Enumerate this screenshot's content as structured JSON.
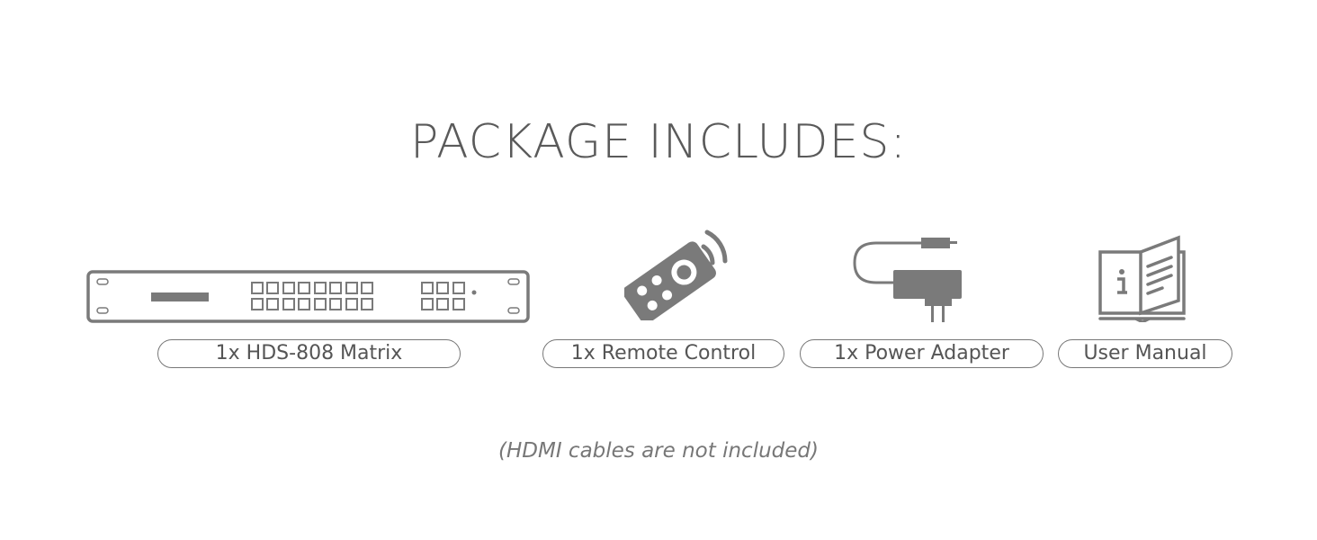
{
  "title": "PACKAGE INCLUDES:",
  "items": [
    {
      "label": "1x HDS-808 Matrix",
      "icon": "matrix-switch-icon"
    },
    {
      "label": "1x Remote Control",
      "icon": "remote-control-icon"
    },
    {
      "label": "1x Power Adapter",
      "icon": "power-adapter-icon"
    },
    {
      "label": "User Manual",
      "icon": "user-manual-icon"
    }
  ],
  "note": "(HDMI cables are not included)",
  "colors": {
    "icon": "#7a7a7a",
    "text": "#5a5a5a"
  }
}
